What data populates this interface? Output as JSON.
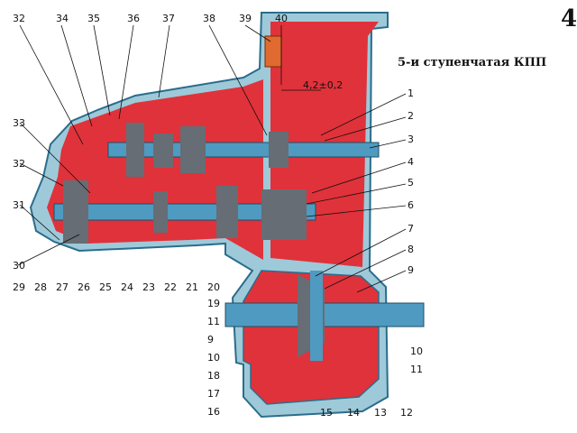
{
  "page": {
    "number": "4",
    "caption": "5-и ступенчатая КПП"
  },
  "diagram": {
    "dimension_note": "4,2±0,2",
    "callouts": {
      "top": [
        "32",
        "34",
        "35",
        "36",
        "37",
        "38",
        "39",
        "40"
      ],
      "right_upper": [
        "1",
        "2",
        "3",
        "4",
        "5",
        "6",
        "7",
        "8",
        "9"
      ],
      "right_lower": [
        "10",
        "11",
        "12"
      ],
      "left": [
        "33",
        "32",
        "31",
        "30"
      ],
      "bottom_left": [
        "29",
        "28",
        "27",
        "26",
        "25",
        "24",
        "23",
        "22",
        "21",
        "20"
      ],
      "mid_left": [
        "19",
        "11",
        "9",
        "10",
        "18",
        "17",
        "16"
      ],
      "bottom": [
        "15",
        "14",
        "13"
      ]
    }
  },
  "colors": {
    "housing_outline": "#2a6d8c",
    "housing_fill": "#9ec9d9",
    "case_red": "#e0323a",
    "shaft_blue": "#4f9ac0",
    "gear_dark": "#666d74"
  }
}
